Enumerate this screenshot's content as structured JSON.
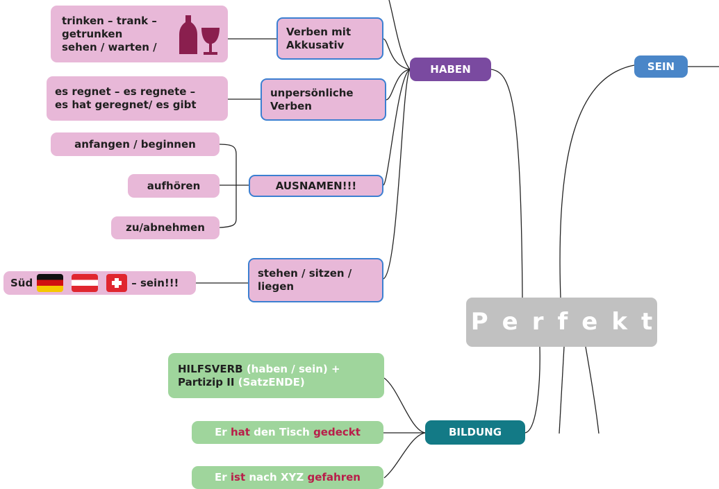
{
  "colors": {
    "node_pink": "#e8b8d8",
    "node_border_blue": "#3b7fd1",
    "node_green": "#9fd59c",
    "haben": "#7a4aa0",
    "sein": "#4a86c8",
    "bildung": "#137a86",
    "center": "#c1c1c1",
    "highlight_red": "#b81e4a"
  },
  "center": {
    "label": "Perfekt"
  },
  "haben": {
    "label": "HABEN",
    "branches": {
      "akkusativ": {
        "label_line1": "Verben mit",
        "label_line2": "Akkusativ",
        "example_line1": "trinken – trank –",
        "example_line2": "getrunken",
        "example_line3": "sehen / warten /",
        "icon": "wine-bottle-glass-icon"
      },
      "unpersoenlich": {
        "label_line1": "unpersönliche",
        "label_line2": "Verben",
        "example_line1": "es regnet – es regnete –",
        "example_line2": "es hat geregnet/  es gibt"
      },
      "ausnahmen": {
        "label": "AUSNAMEN!!!",
        "items": [
          "anfangen / beginnen",
          "aufhören",
          "zu/abnehmen"
        ]
      },
      "stehen": {
        "label_line1": "stehen / sitzen /",
        "label_line2": "liegen",
        "example_prefix": "Süd",
        "example_suffix": "– sein!!!",
        "flags": [
          "germany-flag-icon",
          "austria-flag-icon",
          "switzerland-flag-icon"
        ]
      }
    }
  },
  "sein": {
    "label": "SEIN"
  },
  "bildung": {
    "label": "BILDUNG",
    "rule": {
      "hilfsverb": "HILFSVERB",
      "haben_sein": " (haben / sein) +",
      "partizip": "Partizip II",
      "satzende": " (SatzENDE)"
    },
    "example1": {
      "er": "Er ",
      "verb": "hat",
      "middle": " den Tisch ",
      "partizip": "gedeckt"
    },
    "example2": {
      "er": "Er ",
      "verb": "ist",
      "middle": " nach XYZ ",
      "partizip": "gefahren"
    }
  }
}
